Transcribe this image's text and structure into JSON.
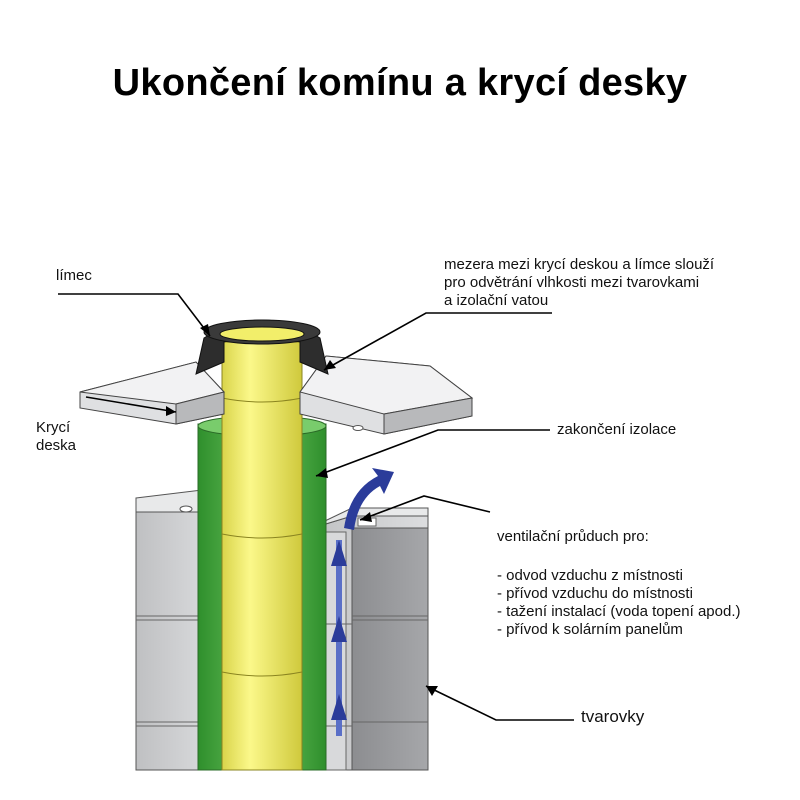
{
  "title": "Ukončení komínu a krycí desky",
  "labels": {
    "limec": "límec",
    "kryci_line1": "Krycí",
    "kryci_line2": "deska",
    "mezera_line1": "mezera mezi krycí deskou a límce slouží",
    "mezera_line2": "pro odvětrání vlhkosti mezi tvarovkami",
    "mezera_line3": "a izolační vatou",
    "zakonceni": "zakončení izolace",
    "ventilacni": "ventilační průduch pro:",
    "tvarovky": "tvarovky"
  },
  "vent_items": [
    "- odvod vzduchu z místnosti",
    "- přívod vzduchu do místnosti",
    "- tažení instalací (voda topení apod.)",
    "- přívod k solárním panelům"
  ],
  "colors": {
    "flue": "#f2ee6a",
    "insulation": "#4fb548",
    "block": "#cfd0d2",
    "collar": "#2a2a2a",
    "arrow": "#2b3c9a"
  }
}
